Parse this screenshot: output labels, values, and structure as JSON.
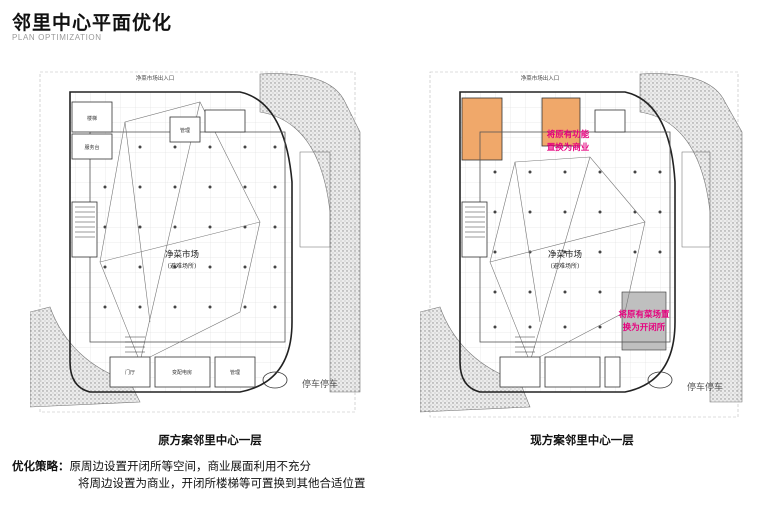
{
  "header": {
    "title": "邻里中心平面优化",
    "subtitle": "PLAN OPTIMIZATION"
  },
  "plan_left": {
    "caption": "原方案邻里中心一层",
    "center_label": "净菜市场",
    "center_sub": "(避难场所)",
    "street_label": "停车停车",
    "top_entry": "净菜市场出入口",
    "room_labels": [
      "楼梯",
      "服务台",
      "管理",
      "变配电房",
      "门厅",
      "管理"
    ]
  },
  "plan_right": {
    "caption": "现方案邻里中心一层",
    "center_label": "净菜市场",
    "center_sub": "(避难场所)",
    "street_label": "停车停车",
    "top_entry": "净菜市场出入口",
    "note_commercial": [
      "将原有功能",
      "置换为商业"
    ],
    "note_open": [
      "将原有菜场置",
      "换为开闭所"
    ],
    "highlight_commercial": "#f0a86a",
    "highlight_open": "#bfbfbf",
    "note_color": "#e6007e"
  },
  "strategy": {
    "label": "优化策略：",
    "line1": "原周边设置开闭所等空间，商业展面利用不充分",
    "line2": "将周边设置为商业，开闭所楼梯等可置换到其他合适位置"
  }
}
